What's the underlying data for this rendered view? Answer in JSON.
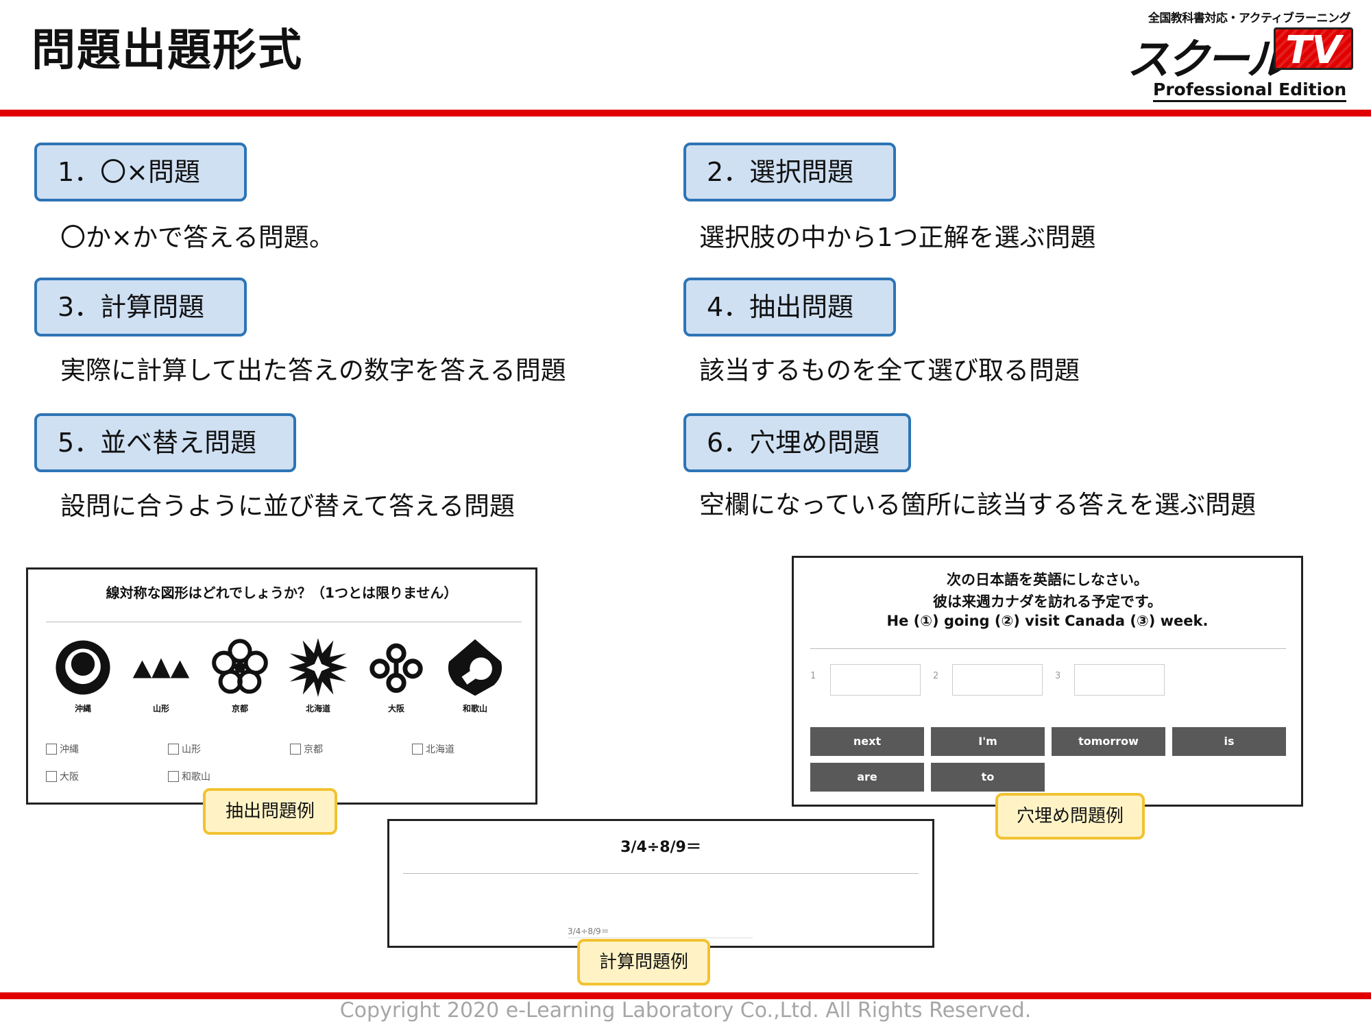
{
  "title": "問題出題形式",
  "logo": {
    "tagline": "全国教科書対応・アクティブラーニング",
    "name": "スクール",
    "tv": "TV",
    "edition": "Professional Edition"
  },
  "types": [
    {
      "label": "1．〇×問題",
      "desc": "〇か×かで答える問題。"
    },
    {
      "label": "2．選択問題",
      "desc": "選択肢の中から1つ正解を選ぶ問題"
    },
    {
      "label": "3．計算問題",
      "desc": "実際に計算して出た答えの数字を答える問題"
    },
    {
      "label": "4．抽出問題",
      "desc": "該当するものを全て選び取る問題"
    },
    {
      "label": "5．並べ替え問題",
      "desc": "設問に合うように並び替えて答える問題"
    },
    {
      "label": "6．穴埋め問題",
      "desc": "空欄になっている箇所に該当する答えを選ぶ問題"
    }
  ],
  "extract_example": {
    "question": "線対称な図形はどれでしょうか？（1つとは限りません）",
    "emblems": [
      "沖縄",
      "山形",
      "京都",
      "北海道",
      "大阪",
      "和歌山"
    ],
    "options": [
      "沖縄",
      "山形",
      "京都",
      "北海道",
      "大阪",
      "和歌山"
    ],
    "tag": "抽出問題例"
  },
  "fill_example": {
    "line1": "次の日本語を英語にしなさい。",
    "line2": "彼は来週カナダを訪れる予定です。",
    "line3": "He (①) going (②) visit Canada (③) week.",
    "blank_numbers": [
      "1",
      "2",
      "3"
    ],
    "words": [
      "next",
      "I'm",
      "tomorrow",
      "is",
      "are",
      "to"
    ],
    "tag": "穴埋め問題例"
  },
  "calc_example": {
    "question": "3/4÷8/9＝",
    "small": "3/4÷8/9＝",
    "tag": "計算問題例"
  },
  "copyright": "Copyright 2020 e-Learning Laboratory Co.,Ltd. All Rights Reserved.",
  "colors": {
    "red": "#e00000",
    "box_fill": "#cfe0f3",
    "box_border": "#2e74b5",
    "tag_fill": "#fff3c6",
    "tag_border": "#f2c230",
    "word_fill": "#595959"
  }
}
